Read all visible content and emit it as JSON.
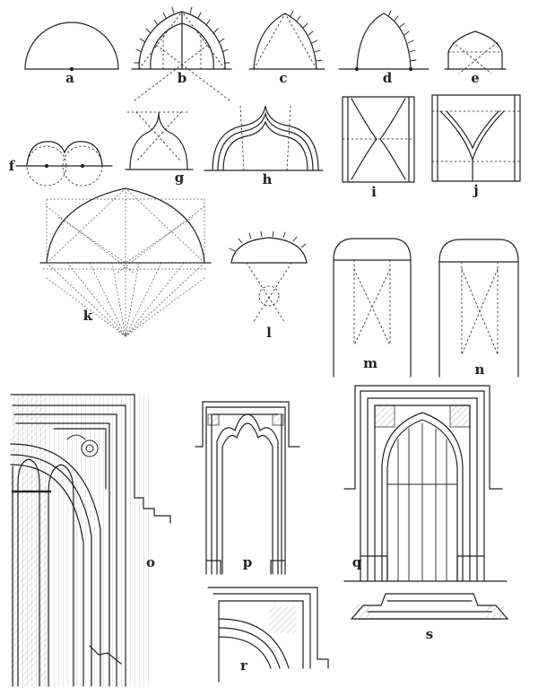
{
  "figure_labels": {
    "a": "a",
    "b": "b",
    "c": "c",
    "d": "d",
    "e": "e",
    "f": "f",
    "g": "g",
    "h": "h",
    "i": "i",
    "j": "j",
    "k": "k",
    "l": "l",
    "m": "m",
    "n": "n",
    "o": "o",
    "p": "p",
    "q": "q",
    "r": "r",
    "s": "s"
  },
  "colors": {
    "ink": "#222222",
    "shade": "#555555",
    "paper": "#ffffff"
  }
}
